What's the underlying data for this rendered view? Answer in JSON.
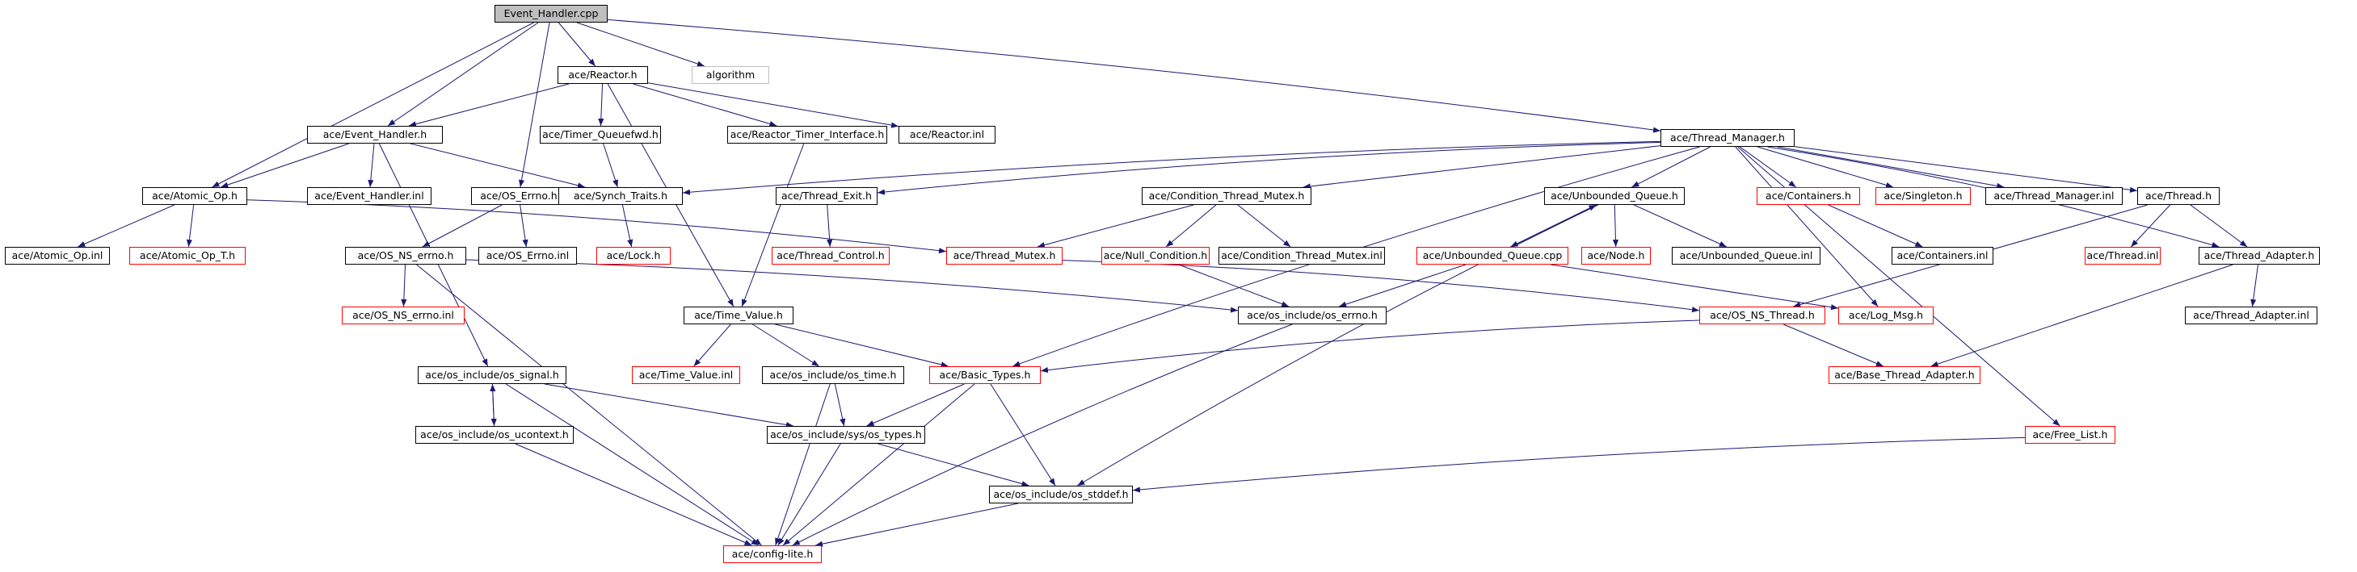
{
  "graph": {
    "title": "Event_Handler.cpp",
    "edge_color": "#191970",
    "nodes": [
      {
        "id": "root",
        "label": "Event_Handler.cpp",
        "style": "root"
      },
      {
        "id": "algorithm",
        "label": "algorithm",
        "style": "gray"
      },
      {
        "id": "reactor_h",
        "label": "ace/Reactor.h",
        "style": "black"
      },
      {
        "id": "timer_queuefwd_h",
        "label": "ace/Timer_Queuefwd.h",
        "style": "black"
      },
      {
        "id": "reactor_timer_interface_h",
        "label": "ace/Reactor_Timer_Interface.h",
        "style": "black"
      },
      {
        "id": "reactor_inl",
        "label": "ace/Reactor.inl",
        "style": "black"
      },
      {
        "id": "event_handler_h",
        "label": "ace/Event_Handler.h",
        "style": "black"
      },
      {
        "id": "os_errno_h",
        "label": "ace/OS_Errno.h",
        "style": "black"
      },
      {
        "id": "atomic_op_h",
        "label": "ace/Atomic_Op.h",
        "style": "black"
      },
      {
        "id": "event_handler_inl",
        "label": "ace/Event_Handler.inl",
        "style": "black"
      },
      {
        "id": "synch_traits_h",
        "label": "ace/Synch_Traits.h",
        "style": "black"
      },
      {
        "id": "atomic_op_inl",
        "label": "ace/Atomic_Op.inl",
        "style": "black"
      },
      {
        "id": "atomic_op_t_h",
        "label": "ace/Atomic_Op_T.h",
        "style": "red"
      },
      {
        "id": "os_ns_errno_h",
        "label": "ace/OS_NS_errno.h",
        "style": "black"
      },
      {
        "id": "os_errno_inl",
        "label": "ace/OS_Errno.inl",
        "style": "black"
      },
      {
        "id": "lock_h",
        "label": "ace/Lock.h",
        "style": "red"
      },
      {
        "id": "os_ns_errno_inl",
        "label": "ace/OS_NS_errno.inl",
        "style": "red"
      },
      {
        "id": "time_value_h",
        "label": "ace/Time_Value.h",
        "style": "black"
      },
      {
        "id": "os_include_os_errno_h",
        "label": "ace/os_include/os_errno.h",
        "style": "black"
      },
      {
        "id": "thread_exit_h",
        "label": "ace/Thread_Exit.h",
        "style": "black"
      },
      {
        "id": "thread_control_h",
        "label": "ace/Thread_Control.h",
        "style": "red"
      },
      {
        "id": "thread_mutex_h",
        "label": "ace/Thread_Mutex.h",
        "style": "red"
      },
      {
        "id": "condition_thread_mutex_h",
        "label": "ace/Condition_Thread_Mutex.h",
        "style": "black"
      },
      {
        "id": "null_condition_h",
        "label": "ace/Null_Condition.h",
        "style": "red"
      },
      {
        "id": "condition_thread_mutex_inl",
        "label": "ace/Condition_Thread_Mutex.inl",
        "style": "black"
      },
      {
        "id": "thread_manager_h",
        "label": "ace/Thread_Manager.h",
        "style": "black"
      },
      {
        "id": "unbounded_queue_h",
        "label": "ace/Unbounded_Queue.h",
        "style": "black"
      },
      {
        "id": "unbounded_queue_cpp",
        "label": "ace/Unbounded_Queue.cpp",
        "style": "red"
      },
      {
        "id": "node_h",
        "label": "ace/Node.h",
        "style": "red"
      },
      {
        "id": "unbounded_queue_inl",
        "label": "ace/Unbounded_Queue.inl",
        "style": "black"
      },
      {
        "id": "containers_h",
        "label": "ace/Containers.h",
        "style": "red"
      },
      {
        "id": "containers_inl",
        "label": "ace/Containers.inl",
        "style": "black"
      },
      {
        "id": "singleton_h",
        "label": "ace/Singleton.h",
        "style": "red"
      },
      {
        "id": "thread_manager_inl",
        "label": "ace/Thread_Manager.inl",
        "style": "black"
      },
      {
        "id": "thread_h",
        "label": "ace/Thread.h",
        "style": "black"
      },
      {
        "id": "thread_inl",
        "label": "ace/Thread.inl",
        "style": "red"
      },
      {
        "id": "thread_adapter_h",
        "label": "ace/Thread_Adapter.h",
        "style": "black"
      },
      {
        "id": "thread_adapter_inl",
        "label": "ace/Thread_Adapter.inl",
        "style": "black"
      },
      {
        "id": "os_ns_thread_h",
        "label": "ace/OS_NS_Thread.h",
        "style": "red"
      },
      {
        "id": "log_msg_h",
        "label": "ace/Log_Msg.h",
        "style": "red"
      },
      {
        "id": "base_thread_adapter_h",
        "label": "ace/Base_Thread_Adapter.h",
        "style": "red"
      },
      {
        "id": "time_value_inl",
        "label": "ace/Time_Value.inl",
        "style": "red"
      },
      {
        "id": "os_include_os_time_h",
        "label": "ace/os_include/os_time.h",
        "style": "black"
      },
      {
        "id": "basic_types_h",
        "label": "ace/Basic_Types.h",
        "style": "red"
      },
      {
        "id": "os_include_os_signal_h",
        "label": "ace/os_include/os_signal.h",
        "style": "black"
      },
      {
        "id": "os_include_os_ucontext_h",
        "label": "ace/os_include/os_ucontext.h",
        "style": "black"
      },
      {
        "id": "os_include_sys_os_types_h",
        "label": "ace/os_include/sys/os_types.h",
        "style": "black"
      },
      {
        "id": "free_list_h",
        "label": "ace/Free_List.h",
        "style": "red"
      },
      {
        "id": "os_include_os_stddef_h",
        "label": "ace/os_include/os_stddef.h",
        "style": "black"
      },
      {
        "id": "config_lite_h",
        "label": "ace/config-lite.h",
        "style": "red"
      }
    ],
    "edges": [
      [
        "root",
        "algorithm"
      ],
      [
        "root",
        "reactor_h"
      ],
      [
        "root",
        "event_handler_h"
      ],
      [
        "root",
        "os_errno_h"
      ],
      [
        "root",
        "atomic_op_h"
      ],
      [
        "root",
        "thread_manager_h"
      ],
      [
        "reactor_h",
        "timer_queuefwd_h"
      ],
      [
        "reactor_h",
        "reactor_timer_interface_h"
      ],
      [
        "reactor_h",
        "reactor_inl"
      ],
      [
        "reactor_h",
        "event_handler_h"
      ],
      [
        "reactor_h",
        "time_value_h"
      ],
      [
        "event_handler_h",
        "atomic_op_h"
      ],
      [
        "event_handler_h",
        "event_handler_inl"
      ],
      [
        "event_handler_h",
        "synch_traits_h"
      ],
      [
        "event_handler_h",
        "os_include_os_signal_h"
      ],
      [
        "timer_queuefwd_h",
        "synch_traits_h"
      ],
      [
        "reactor_timer_interface_h",
        "time_value_h"
      ],
      [
        "atomic_op_h",
        "atomic_op_inl"
      ],
      [
        "atomic_op_h",
        "atomic_op_t_h"
      ],
      [
        "atomic_op_h",
        "thread_mutex_h"
      ],
      [
        "os_errno_h",
        "os_ns_errno_h"
      ],
      [
        "os_errno_h",
        "os_errno_inl"
      ],
      [
        "synch_traits_h",
        "lock_h"
      ],
      [
        "os_ns_errno_h",
        "os_ns_errno_inl"
      ],
      [
        "os_ns_errno_h",
        "os_include_os_errno_h"
      ],
      [
        "os_ns_errno_h",
        "config_lite_h"
      ],
      [
        "thread_manager_h",
        "synch_traits_h"
      ],
      [
        "thread_manager_h",
        "thread_exit_h"
      ],
      [
        "thread_manager_h",
        "condition_thread_mutex_h"
      ],
      [
        "thread_manager_h",
        "unbounded_queue_h"
      ],
      [
        "thread_manager_h",
        "containers_h"
      ],
      [
        "thread_manager_h",
        "singleton_h"
      ],
      [
        "thread_manager_h",
        "thread_manager_inl"
      ],
      [
        "thread_manager_h",
        "thread_h"
      ],
      [
        "thread_manager_h",
        "thread_adapter_h"
      ],
      [
        "thread_manager_h",
        "basic_types_h"
      ],
      [
        "thread_manager_h",
        "log_msg_h"
      ],
      [
        "thread_manager_h",
        "free_list_h"
      ],
      [
        "thread_exit_h",
        "thread_control_h"
      ],
      [
        "condition_thread_mutex_h",
        "thread_mutex_h"
      ],
      [
        "condition_thread_mutex_h",
        "null_condition_h"
      ],
      [
        "condition_thread_mutex_h",
        "condition_thread_mutex_inl"
      ],
      [
        "null_condition_h",
        "os_include_os_errno_h"
      ],
      [
        "thread_mutex_h",
        "os_ns_thread_h"
      ],
      [
        "unbounded_queue_h",
        "unbounded_queue_cpp"
      ],
      [
        "unbounded_queue_h",
        "node_h"
      ],
      [
        "unbounded_queue_h",
        "unbounded_queue_inl"
      ],
      [
        "unbounded_queue_h",
        "os_include_os_stddef_h"
      ],
      [
        "unbounded_queue_cpp",
        "unbounded_queue_h"
      ],
      [
        "unbounded_queue_cpp",
        "os_include_os_errno_h"
      ],
      [
        "unbounded_queue_cpp",
        "log_msg_h"
      ],
      [
        "containers_h",
        "containers_inl"
      ],
      [
        "thread_h",
        "thread_inl"
      ],
      [
        "thread_h",
        "thread_adapter_h"
      ],
      [
        "thread_h",
        "os_ns_thread_h"
      ],
      [
        "thread_adapter_h",
        "thread_adapter_inl"
      ],
      [
        "thread_adapter_h",
        "base_thread_adapter_h"
      ],
      [
        "os_ns_thread_h",
        "base_thread_adapter_h"
      ],
      [
        "os_ns_thread_h",
        "basic_types_h"
      ],
      [
        "time_value_h",
        "time_value_inl"
      ],
      [
        "time_value_h",
        "os_include_os_time_h"
      ],
      [
        "time_value_h",
        "basic_types_h"
      ],
      [
        "os_include_os_time_h",
        "os_include_sys_os_types_h"
      ],
      [
        "os_include_os_time_h",
        "config_lite_h"
      ],
      [
        "basic_types_h",
        "os_include_sys_os_types_h"
      ],
      [
        "basic_types_h",
        "os_include_os_stddef_h"
      ],
      [
        "basic_types_h",
        "config_lite_h"
      ],
      [
        "os_include_os_signal_h",
        "os_include_os_ucontext_h"
      ],
      [
        "os_include_os_signal_h",
        "os_include_sys_os_types_h"
      ],
      [
        "os_include_os_signal_h",
        "config_lite_h"
      ],
      [
        "os_include_os_ucontext_h",
        "os_include_os_signal_h"
      ],
      [
        "os_include_os_ucontext_h",
        "config_lite_h"
      ],
      [
        "os_include_sys_os_types_h",
        "os_include_os_stddef_h"
      ],
      [
        "os_include_sys_os_types_h",
        "config_lite_h"
      ],
      [
        "free_list_h",
        "os_include_os_stddef_h"
      ],
      [
        "os_include_os_stddef_h",
        "config_lite_h"
      ],
      [
        "os_include_os_errno_h",
        "config_lite_h"
      ]
    ]
  }
}
